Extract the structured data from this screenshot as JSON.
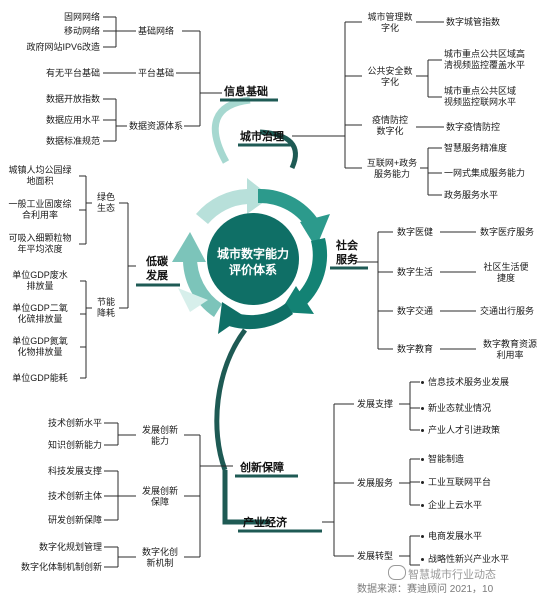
{
  "center": {
    "line1": "城市数字能力",
    "line2": "评价体系"
  },
  "categories": {
    "xinxi": "信息基础",
    "chengshi": "城市治理",
    "shehui_1": "社会",
    "shehui_2": "服务",
    "ditan_1": "低碳",
    "ditan_2": "发展",
    "chuangxin": "创新保障",
    "chanye": "产业经济"
  },
  "xinxi": {
    "groups": [
      {
        "label": "基础网络",
        "items": [
          "固网网络",
          "移动网络",
          "政府网站IPV6改造"
        ]
      },
      {
        "label": "平台基础",
        "items": [
          "有无平台基础"
        ]
      },
      {
        "label": "数据资源体系",
        "items": [
          "数据开放指数",
          "数据应用水平",
          "数据标准规范"
        ]
      }
    ]
  },
  "chengshi": {
    "groups": [
      {
        "label": [
          "城市管理数",
          "字化"
        ],
        "items": [
          [
            "数字城管指数"
          ]
        ]
      },
      {
        "label": [
          "公共安全数",
          "字化"
        ],
        "items": [
          [
            "城市重点公共区域高",
            "清视频监控覆盖水平"
          ],
          [
            "城市重点公共区域",
            "视频监控联网水平"
          ]
        ]
      },
      {
        "label": [
          "疫情防控",
          "数字化"
        ],
        "items": [
          [
            "数字疫情防控"
          ]
        ]
      },
      {
        "label": [
          "互联网+政务",
          "服务能力"
        ],
        "items": [
          [
            "智慧服务精准度"
          ],
          [
            "一网式集成服务能力"
          ],
          [
            "政务服务水平"
          ]
        ]
      }
    ]
  },
  "shehui": {
    "groups": [
      {
        "label": "数字医健",
        "items": [
          [
            "数字医疗服务"
          ]
        ]
      },
      {
        "label": "数字生活",
        "items": [
          [
            "社区生活便",
            "捷度"
          ]
        ]
      },
      {
        "label": "数字交通",
        "items": [
          [
            "交通出行服务"
          ]
        ]
      },
      {
        "label": "数字教育",
        "items": [
          [
            "数字教育资源",
            "利用率"
          ]
        ]
      }
    ]
  },
  "ditan": {
    "groups": [
      {
        "label": [
          "绿色",
          "生态"
        ],
        "items": [
          [
            "城镇人均公园绿",
            "地面积"
          ],
          [
            "一般工业固废综",
            "合利用率"
          ],
          [
            "可吸入细颗粒物",
            "年平均浓度"
          ]
        ]
      },
      {
        "label": [
          "节能",
          "降耗"
        ],
        "items": [
          [
            "单位GDP废水",
            "排放量"
          ],
          [
            "单位GDP二氧",
            "化硫排放量"
          ],
          [
            "单位GDP氮氧",
            "化物排放量"
          ],
          [
            "单位GDP能耗"
          ]
        ]
      }
    ]
  },
  "chuangxin": {
    "groups": [
      {
        "label": [
          "发展创新",
          "能力"
        ],
        "items": [
          "技术创新水平",
          "知识创新能力"
        ]
      },
      {
        "label": [
          "发展创新",
          "保障"
        ],
        "items": [
          "科技发展支撑",
          "技术创新主体",
          "研发创新保障"
        ]
      },
      {
        "label": [
          "数字化创",
          "新机制"
        ],
        "items": [
          "数字化规划管理",
          "数字化体制机制创新"
        ]
      }
    ]
  },
  "chanye": {
    "groups": [
      {
        "label": "发展支撑",
        "items": [
          "信息技术服务业发展",
          "新业态就业情况",
          "产业人才引进政策"
        ]
      },
      {
        "label": "发展服务",
        "items": [
          "智能制造",
          "工业互联网平台",
          "企业上云水平"
        ]
      },
      {
        "label": "发展转型",
        "items": [
          "电商发展水平",
          "战略性新兴产业水平"
        ]
      }
    ]
  },
  "source": "数据来源：赛迪顾问  2021，10",
  "watermark": "智慧城市行业动态",
  "colors": {
    "teal_dark": "#0f6f66",
    "teal_mid": "#2c9a8c",
    "teal_light": "#7cc4ba",
    "teal_pale": "#b8e0da",
    "line": "#2b2b2b"
  }
}
